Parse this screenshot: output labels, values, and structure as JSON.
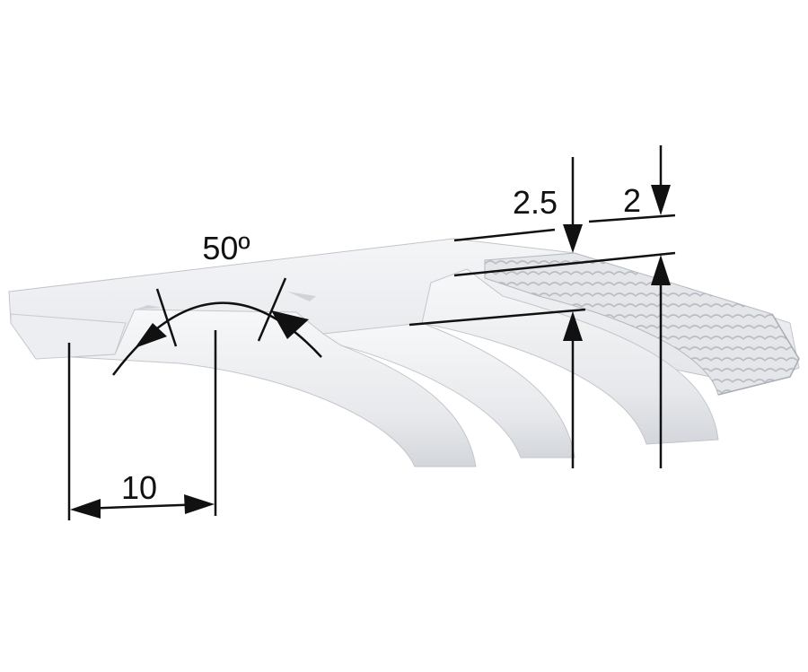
{
  "diagram": {
    "labels": {
      "angle": "50º",
      "pitch": "10",
      "total_height": "2.5",
      "tooth_height": "2"
    },
    "colors": {
      "belt_top": "#ebedf0",
      "belt_face": "#f2f3f5",
      "belt_shadow": "#c9ccd2",
      "cord": "#d6d8dc",
      "dimension": "#111111"
    }
  }
}
